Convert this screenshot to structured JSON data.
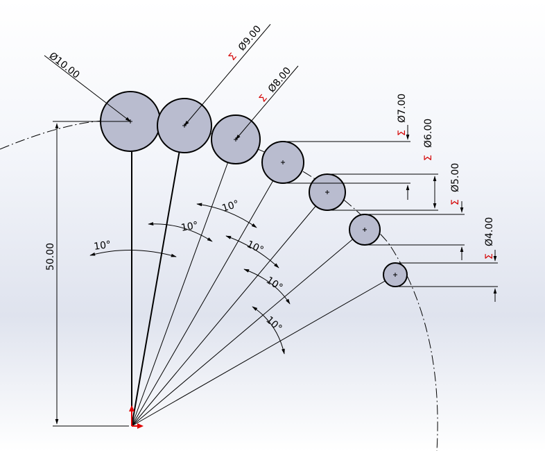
{
  "sketch": {
    "colors": {
      "fill": "#b9bccf",
      "edge": "#000000",
      "highlight": "#d40000",
      "origin_x": "#e00000",
      "origin_y": "#e00000"
    },
    "height_dimension": "50.00",
    "diameter_symbol": "Ø",
    "driven_symbol": "Σ",
    "first_diameter_label": "Ø10.00",
    "diameter_labels": [
      "Ø9.00",
      "Ø8.00",
      "Ø7.00",
      "Ø6.00",
      "Ø5.00",
      "Ø4.00"
    ],
    "angle_labels": [
      "10°",
      "10°",
      "10°",
      "10°",
      "10°",
      "10°"
    ]
  }
}
